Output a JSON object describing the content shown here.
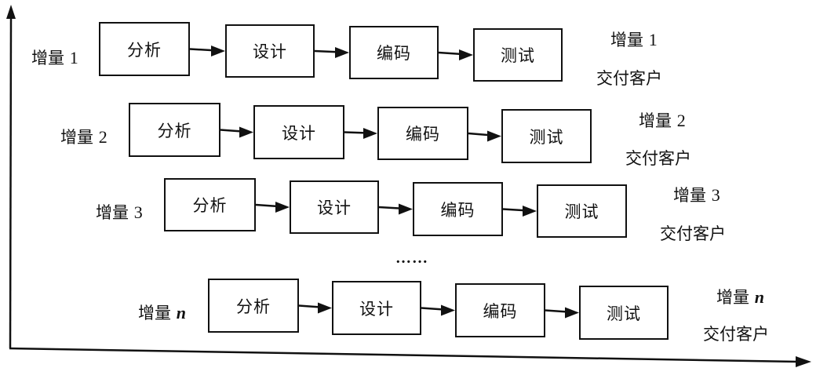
{
  "diagram": {
    "type": "incremental-model",
    "axes": {
      "x_label": "",
      "y_label": ""
    },
    "increments": [
      {
        "label_prefix": "增量",
        "label_number": "1",
        "number_italic": false,
        "stages": [
          "分析",
          "设计",
          "编码",
          "测试"
        ],
        "delivery_title_prefix": "增量",
        "delivery_title_number": "1",
        "delivery_text": "交付客户"
      },
      {
        "label_prefix": "增量",
        "label_number": "2",
        "number_italic": false,
        "stages": [
          "分析",
          "设计",
          "编码",
          "测试"
        ],
        "delivery_title_prefix": "增量",
        "delivery_title_number": "2",
        "delivery_text": "交付客户"
      },
      {
        "label_prefix": "增量",
        "label_number": "3",
        "number_italic": false,
        "stages": [
          "分析",
          "设计",
          "编码",
          "测试"
        ],
        "delivery_title_prefix": "增量",
        "delivery_title_number": "3",
        "delivery_text": "交付客户"
      },
      {
        "label_prefix": "增量",
        "label_number": "n",
        "number_italic": true,
        "stages": [
          "分析",
          "设计",
          "编码",
          "测试"
        ],
        "delivery_title_prefix": "增量",
        "delivery_title_number": "n",
        "delivery_text": "交付客户"
      }
    ],
    "ellipsis": "……"
  }
}
